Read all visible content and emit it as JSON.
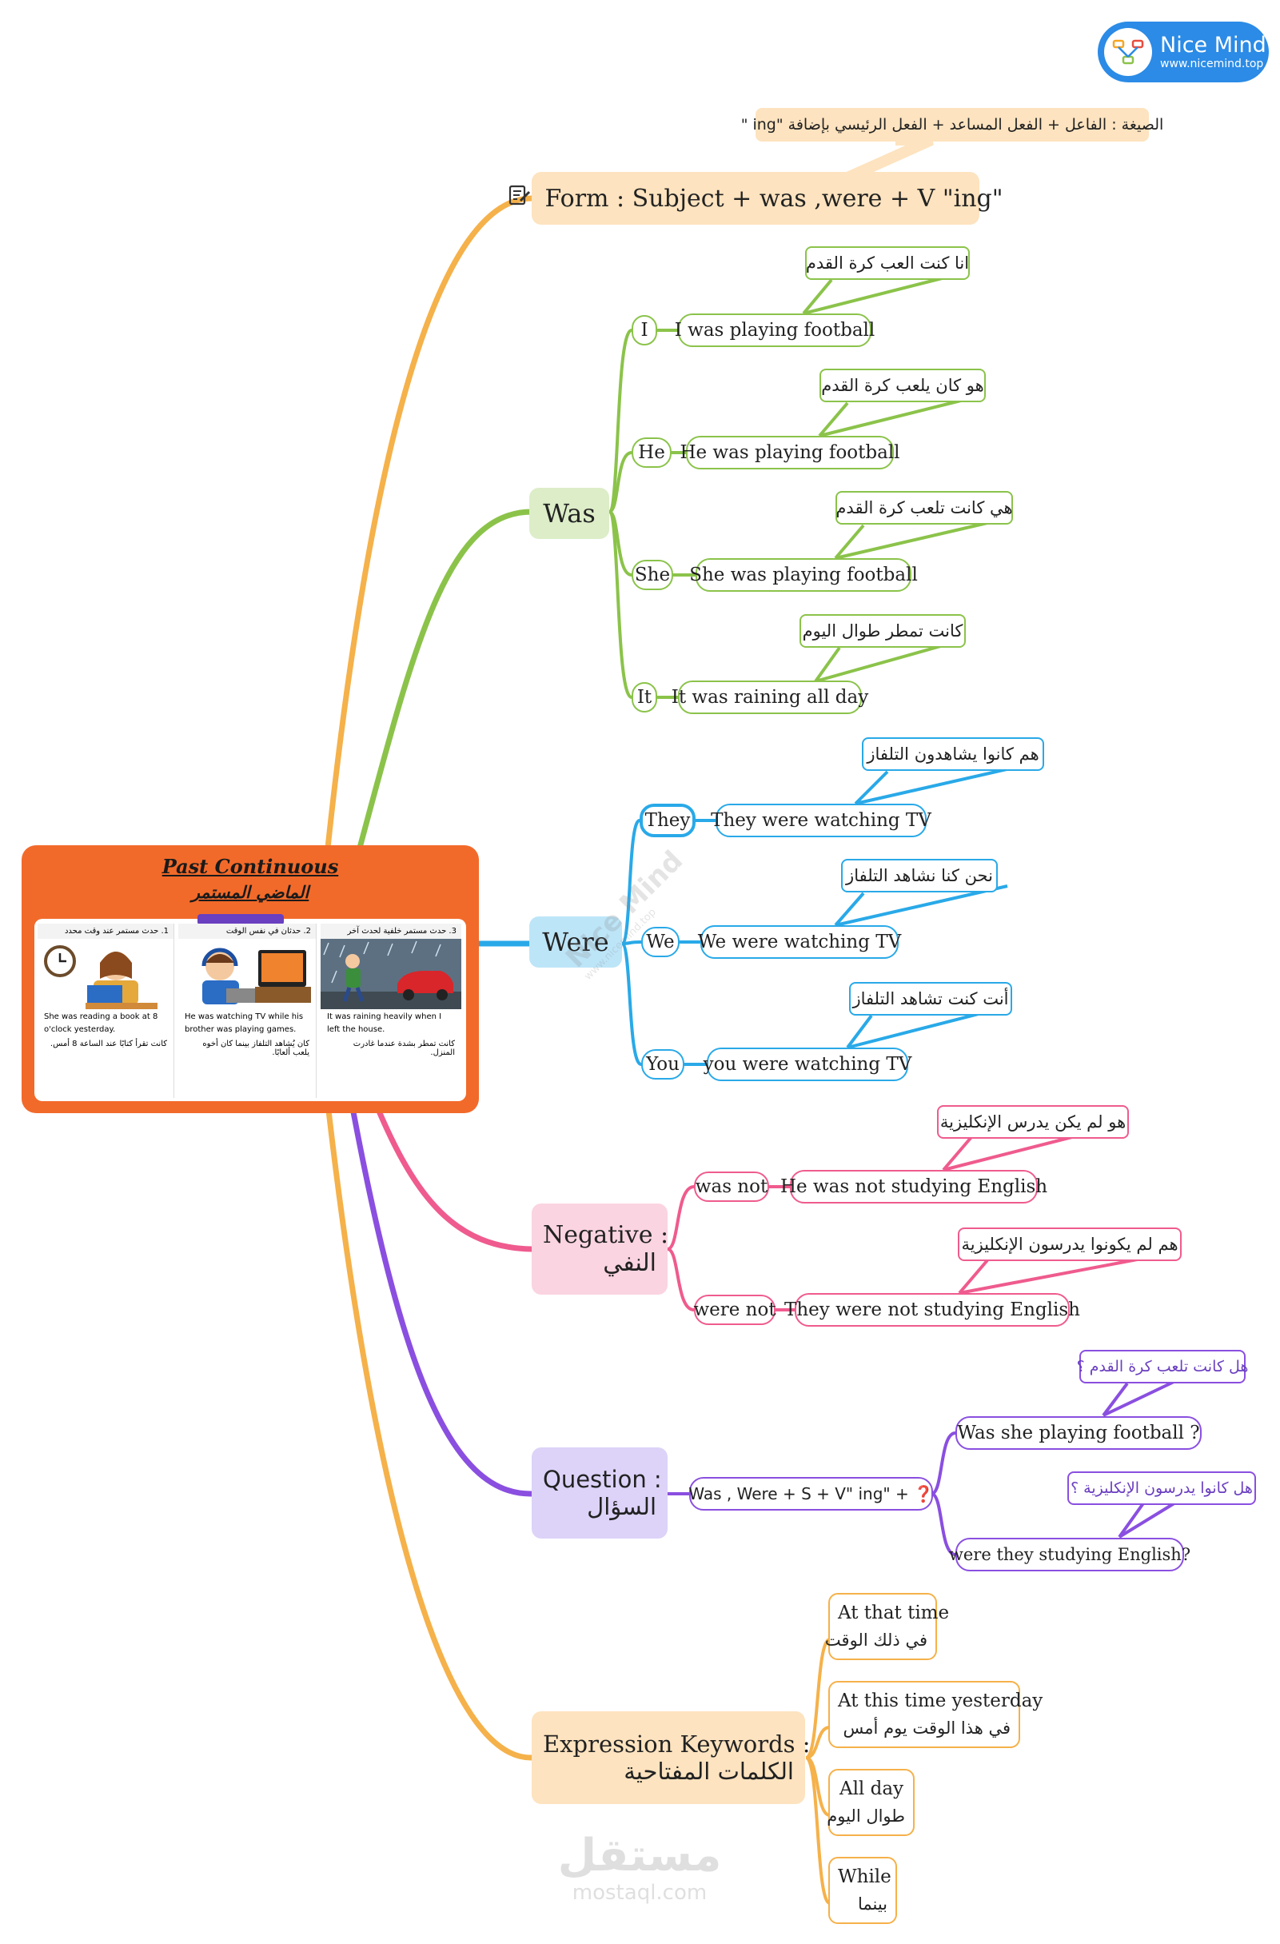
{
  "logo": {
    "name": "Nice Mind",
    "url": "www.nicemind.top"
  },
  "watermark": {
    "brand": "Nice Mind",
    "url": "www.nicemind.top",
    "bottom_brand": "مستقل",
    "bottom_url": "mostaql.com"
  },
  "center": {
    "title_en": "Past Continuous",
    "title_ar": "الماضي المستمر",
    "cards": [
      {
        "heading": "1. حدث مستمر عند وقت محدد",
        "en": "She was reading a book at 8 o'clock yesterday.",
        "ar": "كانت تقرأ كتابًا عند الساعة 8 أمس."
      },
      {
        "heading": "2. حدثان في نفس الوقت",
        "en": "He was watching TV while his brother was playing games.",
        "ar": "كان يُشاهد التلفاز بينما كان أخوه يلعب ألعابًا."
      },
      {
        "heading": "3. حدث مستمر خلفية لحدث آخر",
        "en": "It was raining heavily when I left the house.",
        "ar": "كانت تمطر بشدة عندما غادرت المنزل."
      }
    ]
  },
  "form": {
    "label": "Form : Subject + was ,were + V \"ing\"",
    "note": "الصيغة : الفاعل + الفعل المساعد + الفعل الرئيسي بإضافة \"ing \""
  },
  "was": {
    "label": "Was",
    "items": [
      {
        "subject": "I",
        "sentence": "I was playing football",
        "translation": "انا كنت العب كرة القدم"
      },
      {
        "subject": "He",
        "sentence": "He was playing football",
        "translation": "هو كان يلعب كرة القدم"
      },
      {
        "subject": "She",
        "sentence": "She was playing football",
        "translation": "هي كانت تلعب كرة القدم"
      },
      {
        "subject": "It",
        "sentence": "It was raining all day",
        "translation": "كانت تمطر طوال اليوم"
      }
    ]
  },
  "were": {
    "label": "Were",
    "items": [
      {
        "subject": "They",
        "sentence": "They were watching TV",
        "translation": "هم كانوا يشاهدون التلفاز"
      },
      {
        "subject": "We",
        "sentence": "We were watching TV",
        "translation": "نحن كنا نشاهد التلفاز"
      },
      {
        "subject": "You",
        "sentence": "you were watching TV",
        "translation": "أنت كنت تشاهد التلفاز"
      }
    ]
  },
  "negative": {
    "label_en": "Negative :",
    "label_ar": "النفي",
    "items": [
      {
        "key": "was not",
        "sentence": "He was not studying English",
        "translation": "هو لم يكن يدرس الإنكليزية"
      },
      {
        "key": "were not",
        "sentence": "They were not studying English",
        "translation": "هم لم يكونوا يدرسون الإنكليزية"
      }
    ]
  },
  "question": {
    "label_en": "Question :",
    "label_ar": "السؤال",
    "form": "Was , Were + S + V\" ing\" +",
    "form_icon": "❓",
    "items": [
      {
        "sentence": "Was she playing football ?",
        "translation": "هل كانت تلعب كرة القدم ؟"
      },
      {
        "sentence": "were they studying English?",
        "translation": "هل كانوا يدرسون الإنكليزية ؟"
      }
    ]
  },
  "keywords": {
    "label_en": "Expression Keywords :",
    "label_ar": "الكلمات المفتاحية",
    "items": [
      {
        "en": "At that time",
        "ar": "في ذلك الوقت"
      },
      {
        "en": "At this time yesterday",
        "ar": "في هذا الوقت يوم أمس"
      },
      {
        "en": "All day",
        "ar": "طوال اليوم"
      },
      {
        "en": "While",
        "ar": "بينما"
      }
    ]
  },
  "colors": {
    "orange": "#f5b14a",
    "green": "#8bc34a",
    "blue": "#29a9e8",
    "pink": "#ef5b8e",
    "purple": "#8a4fe0",
    "center": "#f26a2a"
  }
}
